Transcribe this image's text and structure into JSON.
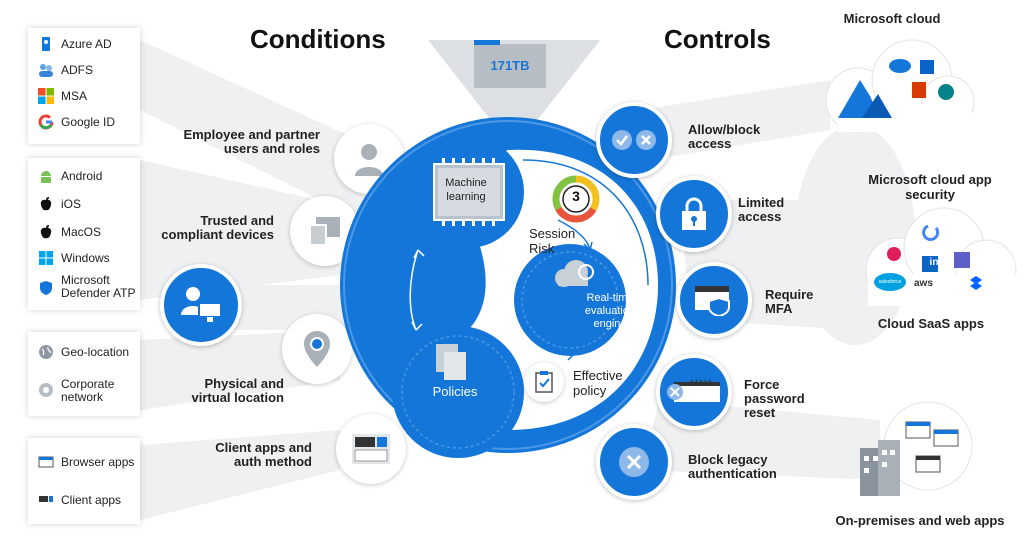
{
  "headings": {
    "conditions": "Conditions",
    "controls": "Controls"
  },
  "funnel": {
    "label": "171TB"
  },
  "identity_card": {
    "items": [
      {
        "label": "Azure AD",
        "icon": "azure-ad-icon"
      },
      {
        "label": "ADFS",
        "icon": "adfs-icon"
      },
      {
        "label": "MSA",
        "icon": "msa-icon"
      },
      {
        "label": "Google ID",
        "icon": "google-icon"
      }
    ]
  },
  "device_card": {
    "items": [
      {
        "label": "Android",
        "icon": "android-icon"
      },
      {
        "label": "iOS",
        "icon": "apple-icon"
      },
      {
        "label": "MacOS",
        "icon": "apple-icon"
      },
      {
        "label": "Windows",
        "icon": "windows-icon"
      },
      {
        "label": "Microsoft Defender ATP",
        "label_line1": "Microsoft",
        "label_line2": "Defender ATP",
        "icon": "shield-icon"
      }
    ]
  },
  "location_card": {
    "items": [
      {
        "label": "Geo-location",
        "icon": "globe-icon"
      },
      {
        "label": "Corporate network",
        "label_line1": "Corporate",
        "label_line2": "network",
        "icon": "network-icon"
      }
    ]
  },
  "apps_card": {
    "items": [
      {
        "label": "Browser apps",
        "icon": "browser-icon"
      },
      {
        "label": "Client apps",
        "icon": "client-app-icon"
      }
    ]
  },
  "conditions": [
    {
      "line1": "Employee and partner",
      "line2": "users and roles",
      "icon": "user-icon"
    },
    {
      "line1": "Trusted and",
      "line2": "compliant devices",
      "icon": "devices-icon"
    },
    {
      "line1": "Physical and",
      "line2": "virtual location",
      "icon": "location-pin-icon"
    },
    {
      "line1": "Client apps and",
      "line2": "auth method",
      "icon": "app-window-icon"
    }
  ],
  "center": {
    "machine_learning": {
      "line1": "Machine",
      "line2": "learning"
    },
    "session_risk": {
      "line1": "Session",
      "line2": "Risk",
      "value": "3"
    },
    "engine": {
      "line1": "Real-time",
      "line2": "evaluation",
      "line3": "engine"
    },
    "policies": "Policies",
    "effective_policy": {
      "line1": "Effective",
      "line2": "policy"
    }
  },
  "controls": [
    {
      "line1": "Allow/block",
      "line2": "access",
      "icon": "allow-block-icon"
    },
    {
      "line1": "Limited",
      "line2": "access",
      "icon": "lock-icon"
    },
    {
      "line1": "Require",
      "line2": "MFA",
      "icon": "mfa-icon"
    },
    {
      "line1": "Force",
      "line2": "password",
      "line3": "reset",
      "icon": "password-icon",
      "mask": "*****"
    },
    {
      "line1": "Block legacy",
      "line2": "authentication",
      "icon": "block-icon"
    }
  ],
  "clouds": {
    "microsoft_cloud": "Microsoft cloud",
    "cloud_app_security": {
      "line1": "Microsoft cloud app",
      "line2": "security"
    },
    "saas": "Cloud SaaS apps",
    "saas_logos": {
      "linkedin": "in",
      "aws": "aws",
      "salesforce": "salesforce"
    },
    "onprem": "On-premises and web apps"
  },
  "colors": {
    "accent": "#1476d8",
    "band": "#eef0f2"
  }
}
